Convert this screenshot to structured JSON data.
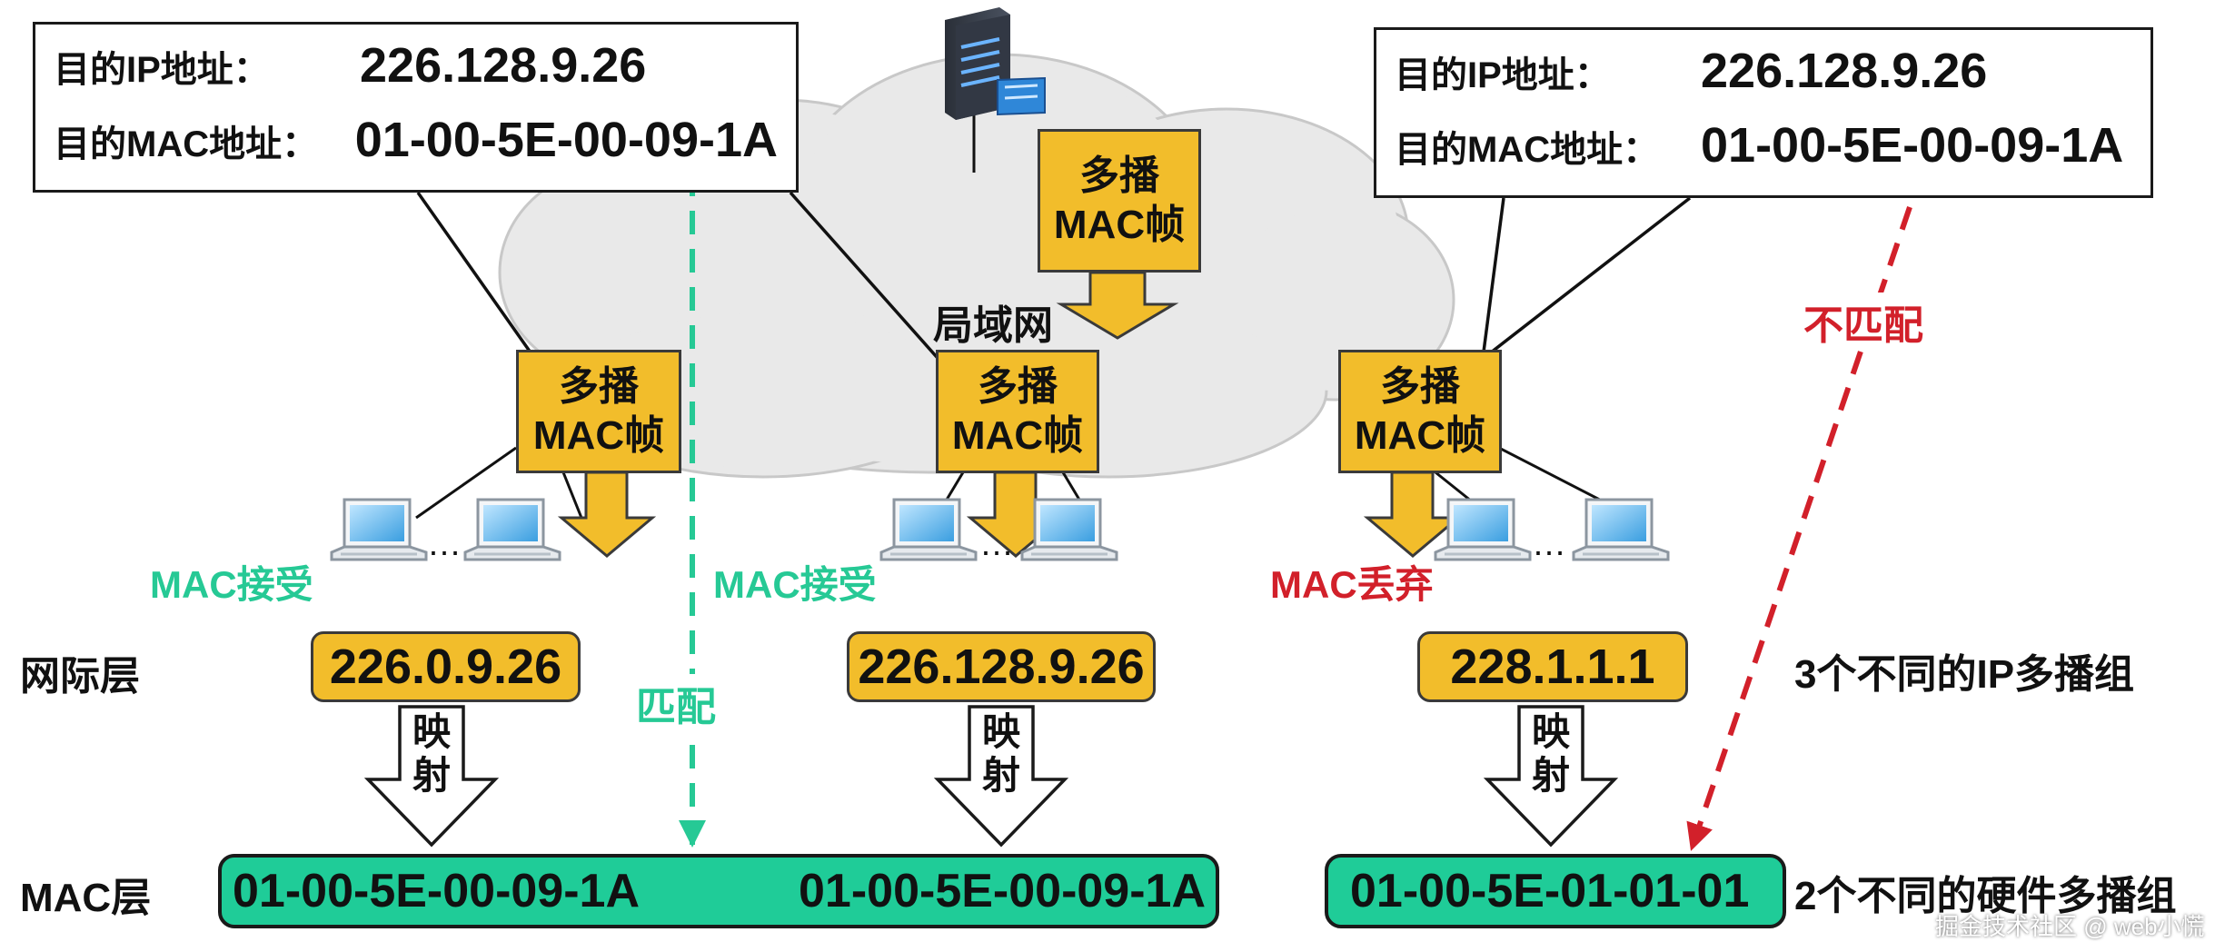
{
  "colors": {
    "frame_fill": "#f2bd2b",
    "mac_bar_fill": "#1fcc98",
    "accept_green": "#26c995",
    "discard_red": "#d2202a",
    "cloud_fill": "#e9e9e9"
  },
  "icons": {
    "server": "server-icon",
    "laptop": "laptop-icon",
    "ellipsis": "…"
  },
  "info_left": {
    "ip_label": "目的IP地址：",
    "ip_value": "226.128.9.26",
    "mac_label": "目的MAC地址：",
    "mac_value": "01-00-5E-00-09-1A"
  },
  "info_right": {
    "ip_label": "目的IP地址：",
    "ip_value": "226.128.9.26",
    "mac_label": "目的MAC地址：",
    "mac_value": "01-00-5E-00-09-1A"
  },
  "lan_label": "局域网",
  "frames": {
    "top": {
      "line1": "多播",
      "line2": "MAC帧"
    },
    "host1": {
      "line1": "多播",
      "line2": "MAC帧"
    },
    "host2": {
      "line1": "多播",
      "line2": "MAC帧"
    },
    "host3": {
      "line1": "多播",
      "line2": "MAC帧"
    }
  },
  "status": {
    "accept1": "MAC接受",
    "accept2": "MAC接受",
    "discard": "MAC丢弃"
  },
  "match_label": "匹配",
  "mismatch_label": "不匹配",
  "layers": {
    "network": "网际层",
    "mac": "MAC层"
  },
  "ip_groups": [
    "226.0.9.26",
    "226.128.9.26",
    "228.1.1.1"
  ],
  "mapping": {
    "line1": "映",
    "line2": "射"
  },
  "mac_groups": {
    "bar1_left": "01-00-5E-00-09-1A",
    "bar1_right": "01-00-5E-00-09-1A",
    "bar2": "01-00-5E-01-01-01"
  },
  "notes": {
    "ip_count": "3个不同的IP多播组",
    "hw_count": "2个不同的硬件多播组"
  },
  "watermark": "掘金技术社区 @ web小慌"
}
